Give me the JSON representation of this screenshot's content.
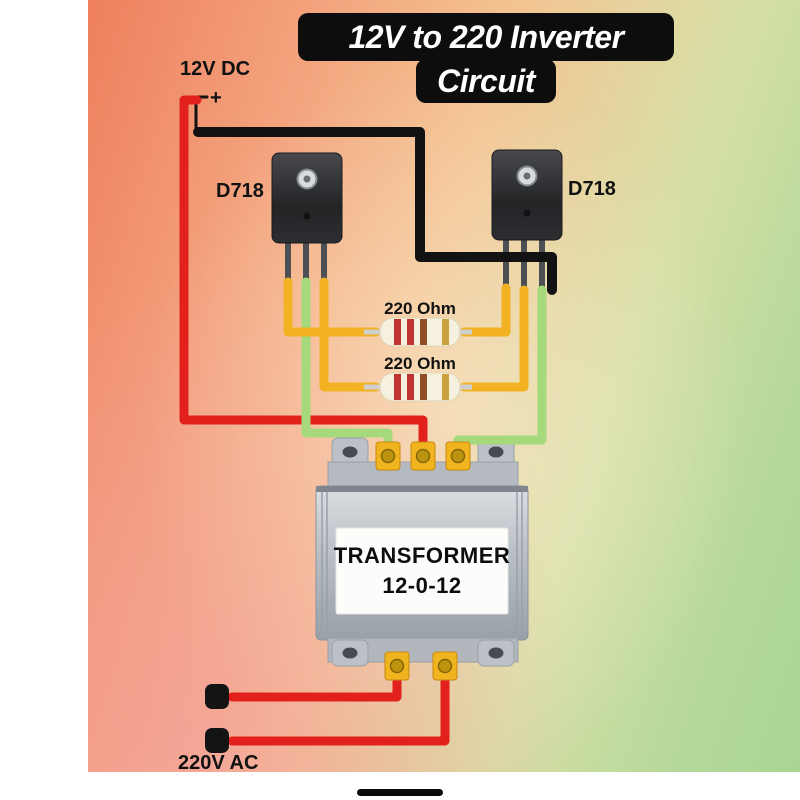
{
  "title": {
    "line1": "12V to 220 Inverter",
    "line2": "Circuit"
  },
  "labels": {
    "dc_supply": "12V DC",
    "plus": "+",
    "minus": "-",
    "ac_output": "220V AC"
  },
  "transistors": {
    "left": {
      "label": "D718"
    },
    "right": {
      "label": "D718"
    }
  },
  "resistors": {
    "r1": {
      "label": "220 Ohm"
    },
    "r2": {
      "label": "220 Ohm"
    }
  },
  "transformer": {
    "line1": "TRANSFORMER",
    "line2": "12-0-12"
  },
  "colors": {
    "wire_red": "#e3211c",
    "wire_black": "#121212",
    "wire_yellow": "#f2b222",
    "wire_green": "#a6d87c",
    "terminal_yellow": "#f0b41f",
    "title_bg": "#0d0d0d",
    "title_text": "#ffffff",
    "label_text": "#111111"
  }
}
